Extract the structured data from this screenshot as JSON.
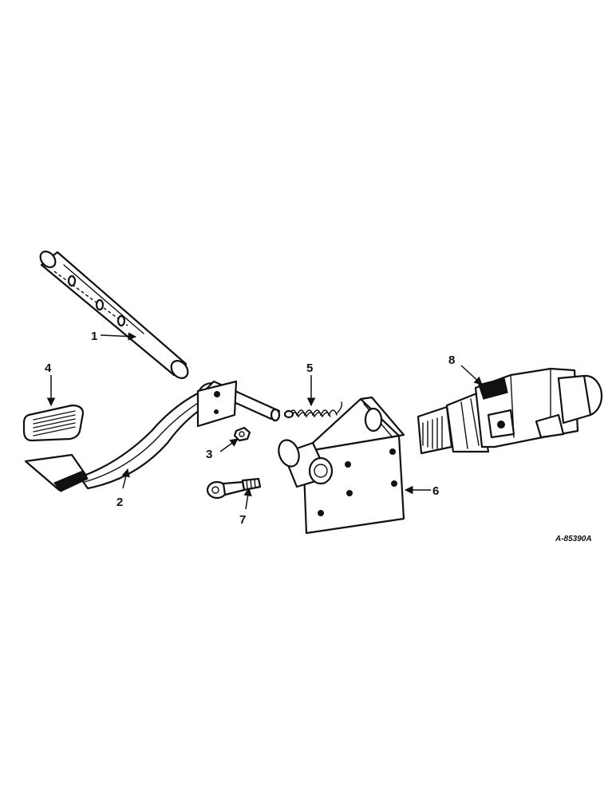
{
  "callouts": [
    {
      "id": "1",
      "label": "1"
    },
    {
      "id": "2",
      "label": "2"
    },
    {
      "id": "3",
      "label": "3"
    },
    {
      "id": "4",
      "label": "4"
    },
    {
      "id": "5",
      "label": "5"
    },
    {
      "id": "6",
      "label": "6"
    },
    {
      "id": "7",
      "label": "7"
    },
    {
      "id": "8",
      "label": "8"
    }
  ],
  "drawing_number": "A-85390A",
  "colors": {
    "ink": "#111111",
    "background": "#ffffff"
  }
}
